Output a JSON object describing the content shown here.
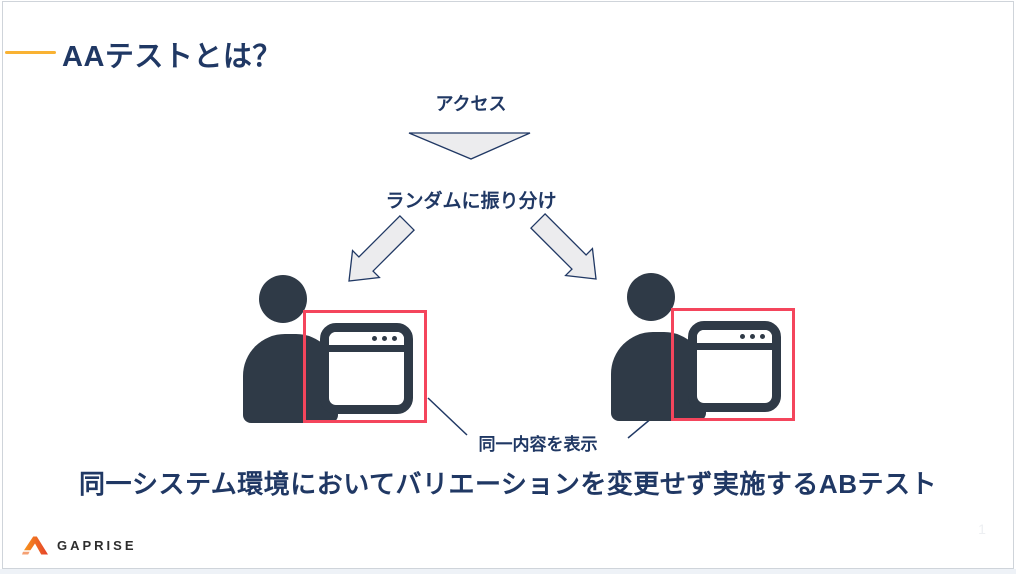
{
  "slide": {
    "title": "AAテストとは？",
    "diagram": {
      "access_label": "アクセス",
      "random_label": "ランダムに振り分け",
      "same_content_label": "同一内容を表示"
    },
    "statement": "同一システム環境においてバリエーションを変更せず実施するABテスト",
    "footer": {
      "brand": "GAPRISE"
    },
    "page_number": "1",
    "colors": {
      "navy": "#203864",
      "icon_dark": "#2f3a47",
      "arrow_fill": "#ececee",
      "red_box": "#f4455c",
      "accent_line": "#f9b233",
      "footer_strip": "#eef2f7",
      "logo_orange": "#f7941d",
      "logo_red": "#e5402a",
      "logo_fragment": "#f5a073"
    }
  }
}
